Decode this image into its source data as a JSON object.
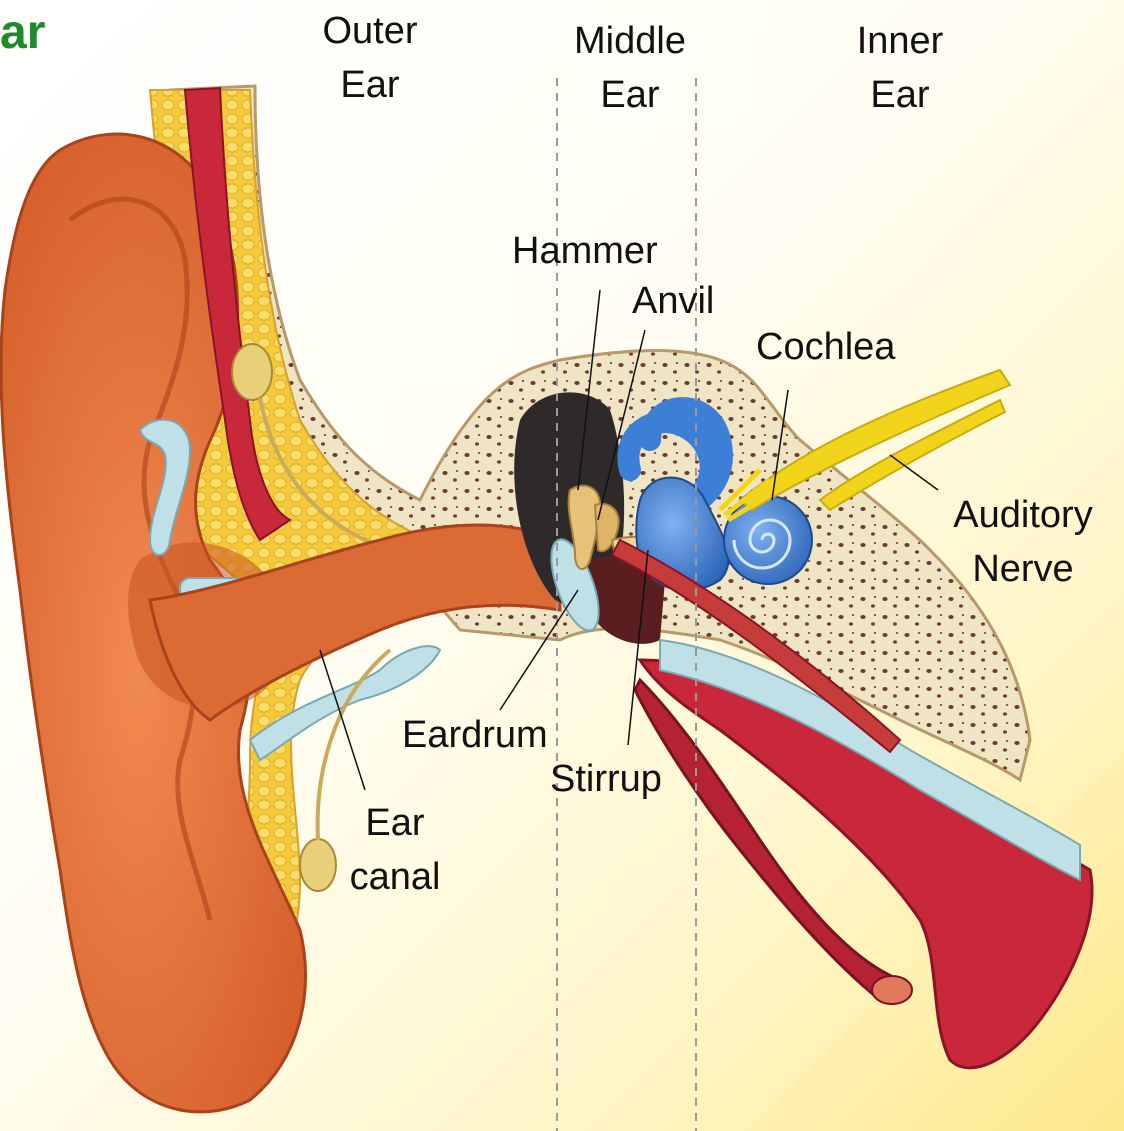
{
  "title_fragment": "ar",
  "regions": {
    "outer": [
      "Outer",
      "Ear"
    ],
    "middle": [
      "Middle",
      "Ear"
    ],
    "inner": [
      "Inner",
      "Ear"
    ]
  },
  "labels": {
    "hammer": "Hammer",
    "anvil": "Anvil",
    "cochlea": "Cochlea",
    "auditory_nerve": [
      "Auditory",
      "Nerve"
    ],
    "eardrum": "Eardrum",
    "stirrup": "Stirrup",
    "ear_canal": [
      "Ear",
      "canal"
    ]
  },
  "colors": {
    "title": "#1f8a2a",
    "skin": "#e0703a",
    "bone": "#efe4c4",
    "fat": "#f5cc3a",
    "cartilage": "#bfe0e6",
    "cochlea": "#3b7fd6",
    "nerve": "#f2d51a",
    "muscle": "#c8283a",
    "ossicles": "#e8c27a"
  }
}
